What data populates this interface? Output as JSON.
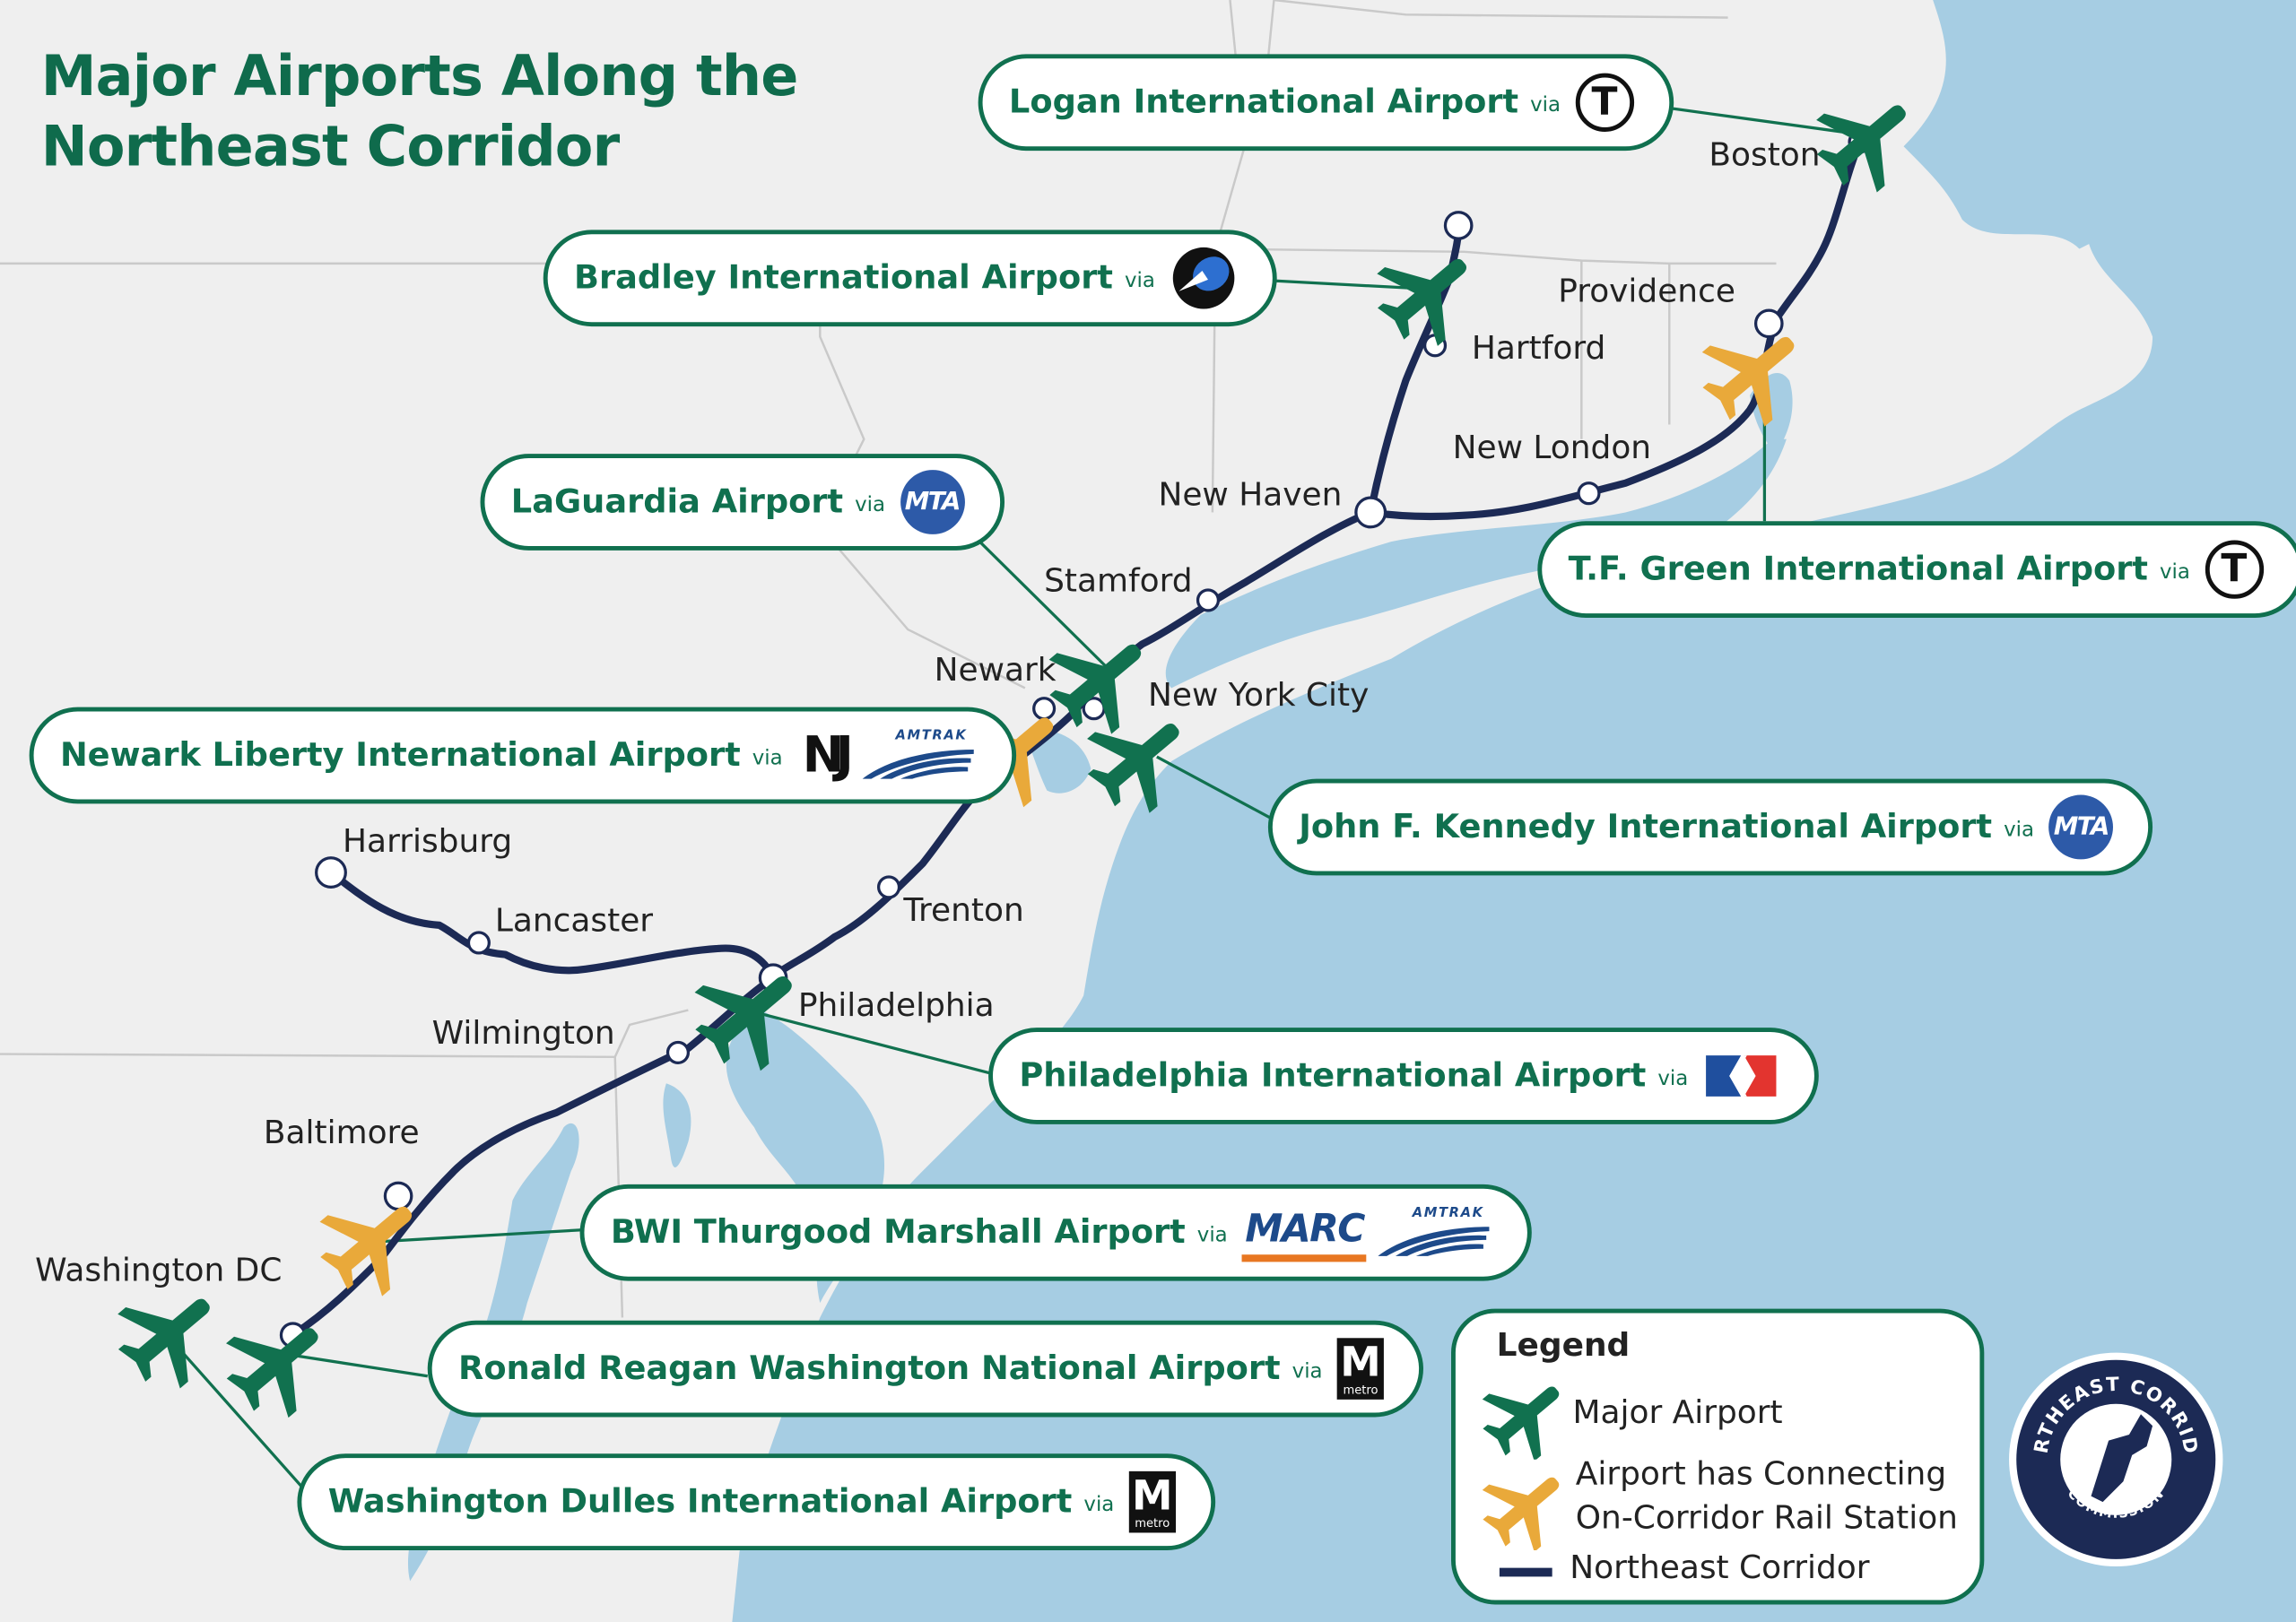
{
  "title": {
    "line1": "Major Airports Along the",
    "line2": "Northeast Corridor"
  },
  "colors": {
    "airport_major": "#11714f",
    "airport_connecting": "#e9a93a",
    "corridor": "#1c2a55",
    "water": "#a6cde3",
    "land": "#efefef"
  },
  "cities": [
    "Boston",
    "Providence",
    "Hartford",
    "New London",
    "New Haven",
    "Stamford",
    "Newark",
    "New York City",
    "Harrisburg",
    "Lancaster",
    "Trenton",
    "Philadelphia",
    "Wilmington",
    "Baltimore",
    "Washington DC"
  ],
  "airports": [
    {
      "name": "Logan International Airport",
      "via": "via",
      "logos": [
        "mbta-t-logo"
      ]
    },
    {
      "name": "Bradley International Airport",
      "via": "via",
      "logos": [
        "ctrail-logo"
      ]
    },
    {
      "name": "LaGuardia Airport",
      "via": "via",
      "logos": [
        "mta-logo"
      ]
    },
    {
      "name": "T.F. Green International Airport",
      "via": "via",
      "logos": [
        "mbta-t-logo"
      ]
    },
    {
      "name": "Newark Liberty International Airport",
      "via": "via",
      "logos": [
        "nj-transit-logo",
        "amtrak-logo"
      ]
    },
    {
      "name": "John F. Kennedy International Airport",
      "via": "via",
      "logos": [
        "mta-logo"
      ]
    },
    {
      "name": "Philadelphia International Airport",
      "via": "via",
      "logos": [
        "septa-logo"
      ]
    },
    {
      "name": "BWI Thurgood Marshall Airport",
      "via": "via",
      "logos": [
        "marc-logo",
        "amtrak-logo"
      ]
    },
    {
      "name": "Ronald Reagan Washington National Airport",
      "via": "via",
      "logos": [
        "metro-logo"
      ]
    },
    {
      "name": "Washington Dulles International Airport",
      "via": "via",
      "logos": [
        "metro-logo"
      ]
    }
  ],
  "logo_text": {
    "t": "T",
    "mta": "MTA",
    "nj": "NJ",
    "amtrak": "AMTRAK",
    "marc": "MARC",
    "metro_m": "M",
    "metro_word": "metro"
  },
  "legend": {
    "title": "Legend",
    "items": [
      "Major Airport",
      "Airport has Connecting",
      "On-Corridor Rail Station",
      "Northeast Corridor"
    ]
  },
  "seal": {
    "top": "NORTHEAST CORRIDOR",
    "bottom": "COMMISSION"
  }
}
